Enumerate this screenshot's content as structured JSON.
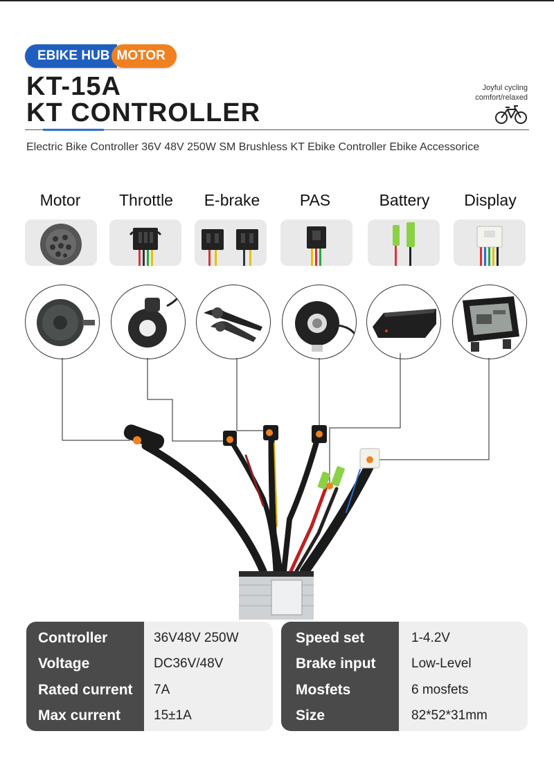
{
  "header": {
    "badge_left": "EBIKE HUB",
    "badge_right": "MOTOR",
    "title_line1": "KT-15A",
    "title_line2": "KT CONTROLLER",
    "tagline_line1": "Joyful cycling",
    "tagline_line2": "comfort/relaxed",
    "description": "Electric Bike Controller 36V 48V 250W  SM Brushless KT Ebike Controller Ebike Accessorice"
  },
  "components": [
    {
      "label": "Motor",
      "icon": "motor-connector-icon",
      "photo": "hub-motor-icon"
    },
    {
      "label": "Throttle",
      "icon": "throttle-connector-icon",
      "photo": "thumb-throttle-icon"
    },
    {
      "label": "E-brake",
      "icon": "ebrake-connector-icon",
      "photo": "brake-lever-icon"
    },
    {
      "label": "PAS",
      "icon": "pas-connector-icon",
      "photo": "pas-sensor-icon"
    },
    {
      "label": "Battery",
      "icon": "battery-connector-icon",
      "photo": "battery-pack-icon"
    },
    {
      "label": "Display",
      "icon": "display-connector-icon",
      "photo": "lcd-display-icon"
    }
  ],
  "specs_left": [
    {
      "key": "Controller",
      "value": "36V48V 250W"
    },
    {
      "key": "Voltage",
      "value": "DC36V/48V"
    },
    {
      "key": "Rated current",
      "value": "7A"
    },
    {
      "key": "Max current",
      "value": "15±1A"
    }
  ],
  "specs_right": [
    {
      "key": "Speed set",
      "value": "1-4.2V"
    },
    {
      "key": "Brake input",
      "value": "Low-Level"
    },
    {
      "key": "Mosfets",
      "value": "6 mosfets"
    },
    {
      "key": "Size",
      "value": "82*52*31mm"
    }
  ],
  "colors": {
    "brand_blue": "#1f5fc0",
    "brand_orange": "#f08020",
    "spec_dark": "#4a4a4a",
    "spec_light": "#efefef"
  }
}
